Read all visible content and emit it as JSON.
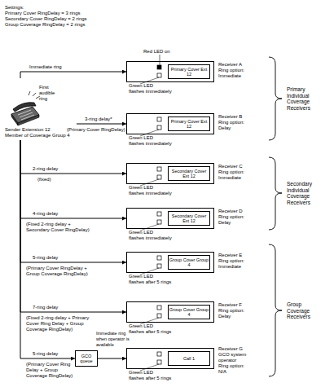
{
  "diagram": {
    "nodes": [
      {
        "text": [
          "Sender Extension 12",
          "Member of Coverage Group 4"
        ]
      },
      {
        "text": [
          "Primary Cover Ext 12"
        ]
      },
      {
        "text": [
          "Primary Cover Ext 12"
        ]
      },
      {
        "text": [
          "Secondary Cover Ext 12"
        ]
      },
      {
        "text": [
          "Secondary Cover Ext 12"
        ]
      },
      {
        "text": [
          "Group Cover Group 4"
        ]
      },
      {
        "text": [
          "Group Cover Group 4"
        ]
      },
      {
        "text": [
          "GCO queue"
        ]
      },
      {
        "text": [
          "Call 1"
        ]
      }
    ],
    "edges": [
      {
        "from": 0,
        "to": 1,
        "label": "Immediate ring",
        "arrow": "to"
      },
      {
        "from": 0,
        "to": 2,
        "label": "3-ring delay*",
        "arrow": "to"
      },
      {
        "from": 0,
        "to": 3,
        "label": "2-ring delay",
        "arrow": "to"
      },
      {
        "from": 0,
        "to": 4,
        "label": "4-ring delay",
        "arrow": "to"
      },
      {
        "from": 0,
        "to": 5,
        "label": "5-ring delay",
        "arrow": "to"
      },
      {
        "from": 0,
        "to": 6,
        "label": "7-ring delay",
        "arrow": "to"
      },
      {
        "from": 0,
        "to": 7,
        "label": "5-ring delay",
        "arrow": "to"
      },
      {
        "from": 7,
        "to": 8,
        "label": "Immediate ring when operator is available",
        "arrow": "to"
      }
    ],
    "labels": [
      "Settings:",
      "Primary Cover RingDelay = 3 rings",
      "Secondary Cover RingDelay = 2 rings",
      "Group Coverage RingDelay = 2 rings",
      "First audible ring",
      "(Primary Cover RingDelay)",
      "(fixed)",
      "(Fixed 2-ring delay + Secondary Cover RingDelay)",
      "(Primary Cover RingDelay + Group Coverage RingDelay)",
      "(Fixed 2-ring delay + Primary Cover Ring Delay + Group Coverage RingDelay)",
      "(Primary Cover Ring Delay + Group Coverage RingDelay)",
      "Red LED on",
      "Green LED",
      "flashes immediately",
      "Receiver A",
      "Ring option:",
      "Immediate",
      "Green LED",
      "flashes immediately",
      "Receiver B",
      "Ring option:",
      "Delay",
      "Green LED",
      "flashes immediately",
      "Receiver C",
      "Ring option:",
      "Immediate",
      "Green LED",
      "flashes immediately",
      "Receiver D",
      "Ring option:",
      "Delay",
      "Green LED",
      "flashes after 5 rings",
      "Receiver E",
      "Ring option:",
      "Immediate",
      "Green LED",
      "flashes after 5 rings",
      "Receiver F",
      "Ring option:",
      "Delay",
      "Green LED",
      "flashes after 5 rings",
      "Receiver G",
      "GCO system",
      "operator",
      "Ring option:",
      "N/A",
      "Primary Individual Coverage Receivers",
      "Secondary Individual Coverage Receivers",
      "Group Coverage Receivers"
    ]
  }
}
